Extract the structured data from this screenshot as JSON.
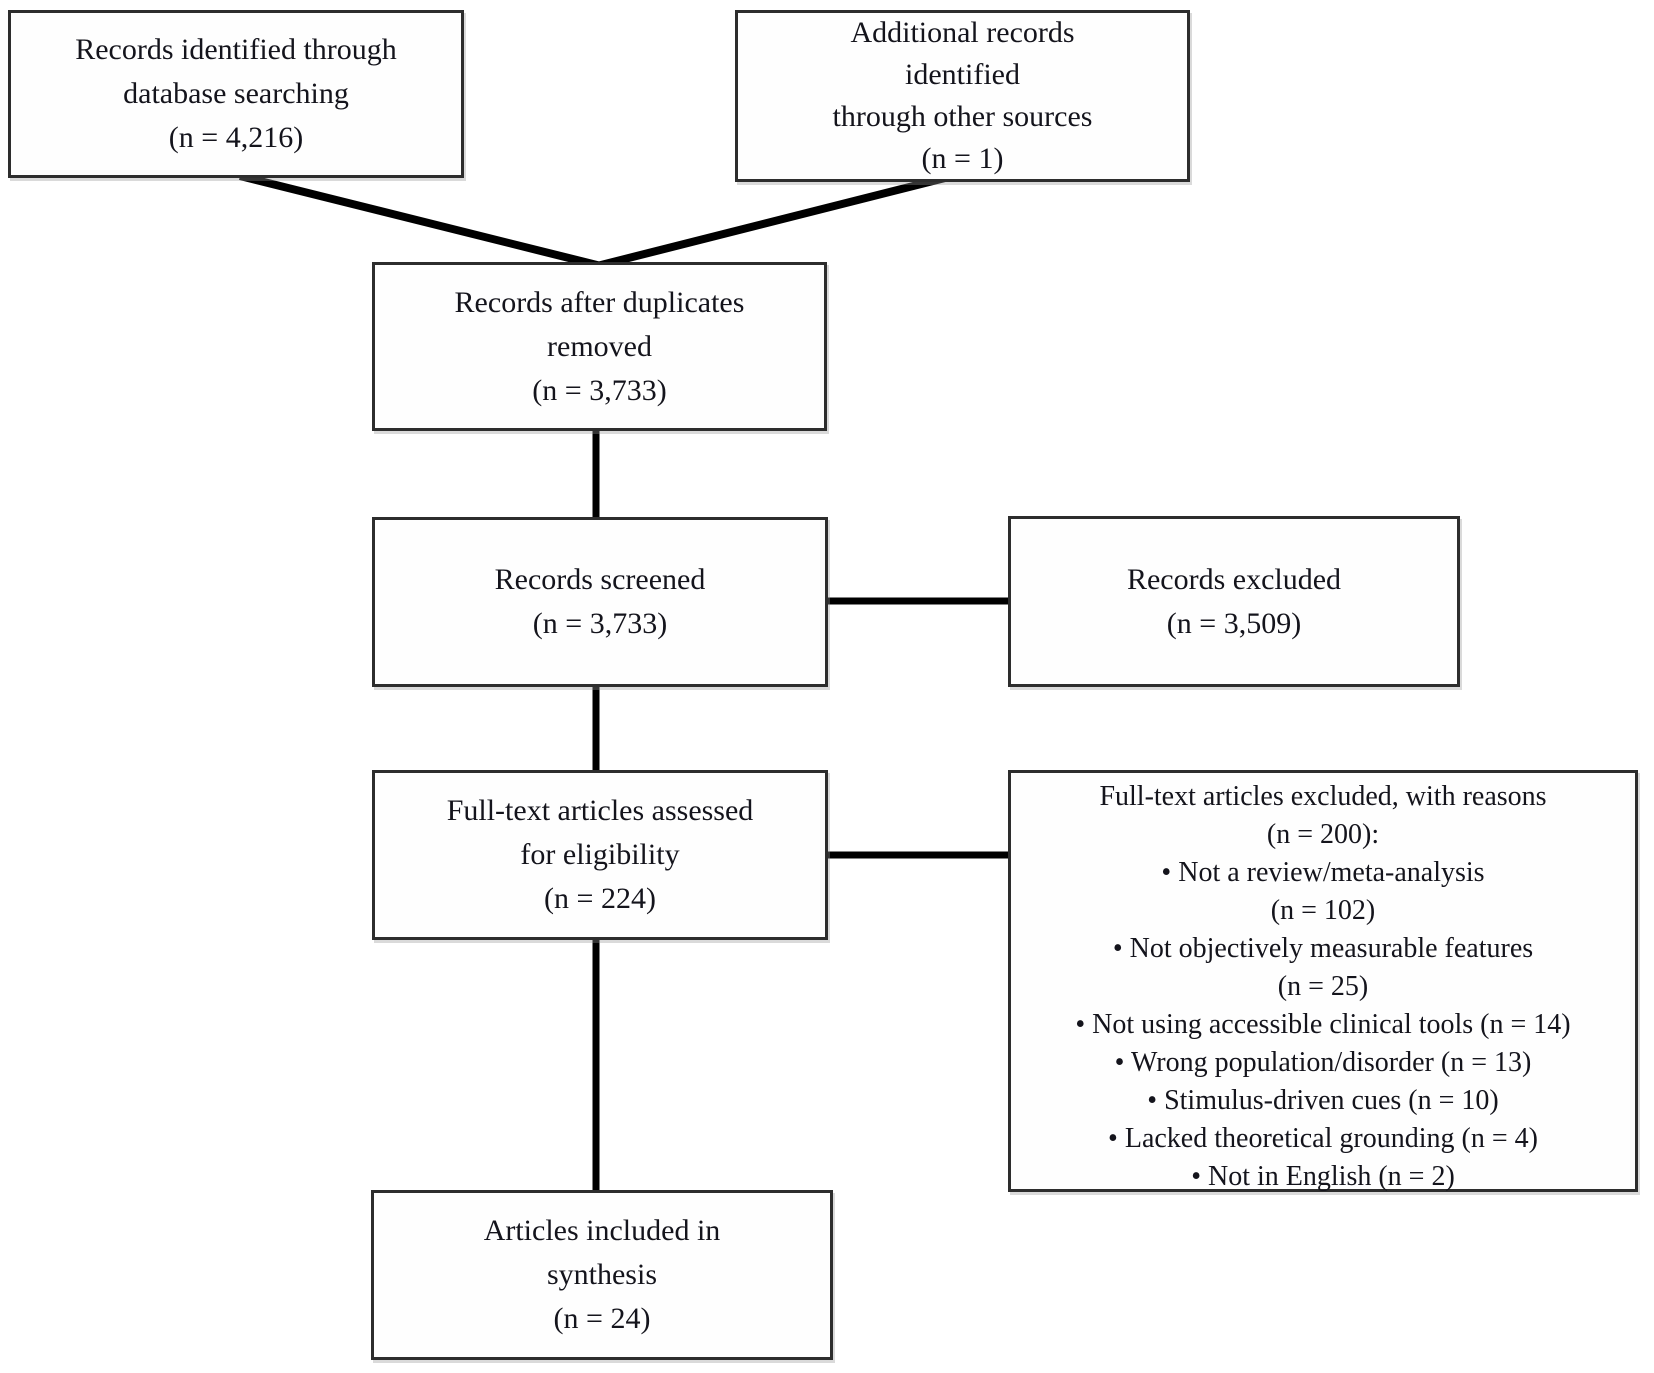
{
  "colors": {
    "background": "#ffffff",
    "box_border": "#2d2d2d",
    "text": "#14141c",
    "connector": "#000000"
  },
  "boxes": {
    "identified": {
      "lines": [
        "Records identified through",
        "database searching",
        "(n = 4,216)"
      ]
    },
    "additional": {
      "lines": [
        "Additional records",
        "identified",
        "through other sources",
        "(n = 1)"
      ]
    },
    "dedup": {
      "lines": [
        "Records after duplicates",
        "removed",
        "(n = 3,733)"
      ]
    },
    "screened": {
      "lines": [
        "Records screened",
        "(n = 3,733)"
      ]
    },
    "excluded": {
      "lines": [
        "Records excluded",
        "(n = 3,509)"
      ]
    },
    "fulltext": {
      "lines": [
        "Full-text articles assessed",
        "for eligibility",
        "(n = 224)"
      ]
    },
    "fulltext_excluded": {
      "lines": [
        "Full-text articles excluded, with reasons",
        "(n = 200):",
        "• Not a review/meta-analysis",
        "(n = 102)",
        "• Not objectively measurable features",
        "(n = 25)",
        "• Not using accessible clinical tools (n = 14)",
        "• Wrong population/disorder (n = 13)",
        "• Stimulus-driven cues (n = 10)",
        "• Lacked theoretical grounding (n = 4)",
        "• Not in English (n = 2)"
      ]
    },
    "included": {
      "lines": [
        "Articles included in",
        "synthesis",
        "(n = 24)"
      ]
    }
  }
}
